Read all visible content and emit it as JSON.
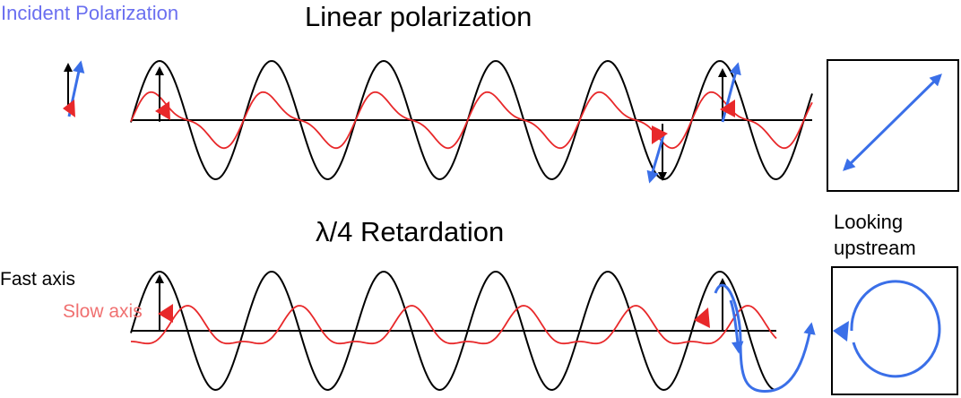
{
  "labels": {
    "incident": "Incident Polarization",
    "title_top": "Linear polarization",
    "title_bottom": "λ/4 Retardation",
    "fast_axis": "Fast axis",
    "slow_axis": "Slow axis",
    "looking_upstream": "Looking\nupstream"
  },
  "colors": {
    "fast_wave": "#000000",
    "slow_wave": "#e8282a",
    "polarization": "#3a6fe8",
    "incident_text": "#6a6ff0",
    "slow_text": "#f07070",
    "box": "#000000"
  },
  "icons": [
    "fast-axis-arrow-icon",
    "slow-axis-arrow-icon",
    "polarization-arrow-icon",
    "circular-polarization-icon"
  ]
}
